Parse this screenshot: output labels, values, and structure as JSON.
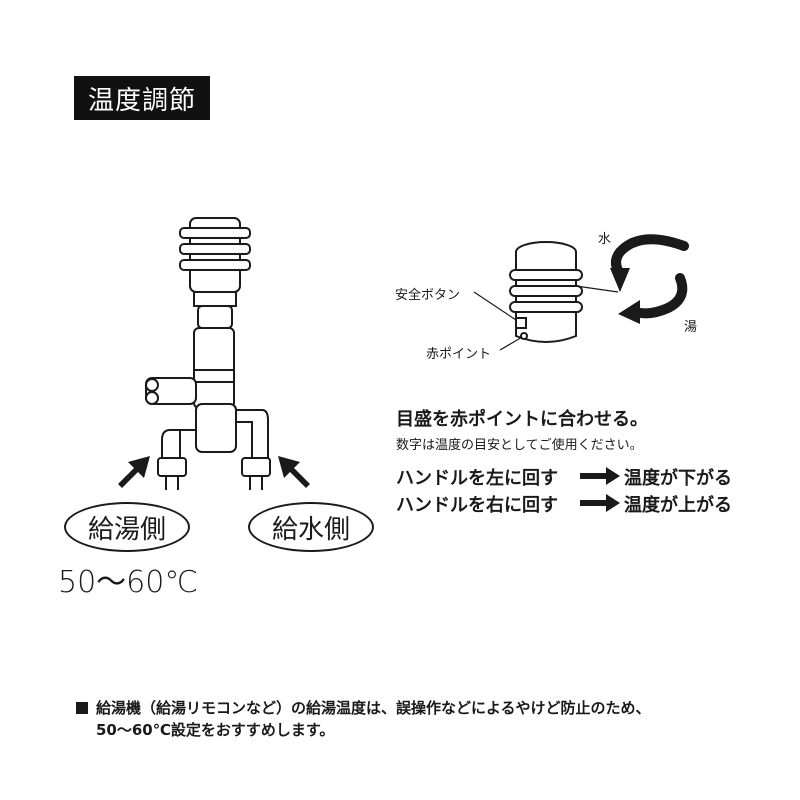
{
  "title": "温度調節",
  "labels": {
    "hot_side": "給湯側",
    "cold_side": "給水側",
    "temp_range": "50～60℃",
    "safety_button": "安全ボタン",
    "red_point": "赤ポイント",
    "water": "水",
    "hot_water": "湯"
  },
  "instructions": {
    "main": "目盛を赤ポイントに合わせる。",
    "sub": "数字は温度の目安としてご使用ください。",
    "rules": [
      {
        "action": "ハンドルを左に回す",
        "result": "温度が下がる"
      },
      {
        "action": "ハンドルを右に回す",
        "result": "温度が上がる"
      }
    ]
  },
  "note": {
    "line1": "給湯機（給湯リモコンなど）の給湯温度は、誤操作などによるやけど防止のため、",
    "line2": "50～60℃設定をおすすめします。"
  },
  "colors": {
    "ink": "#1a1a1a",
    "title_bg": "#111111",
    "title_text": "#ffffff"
  }
}
